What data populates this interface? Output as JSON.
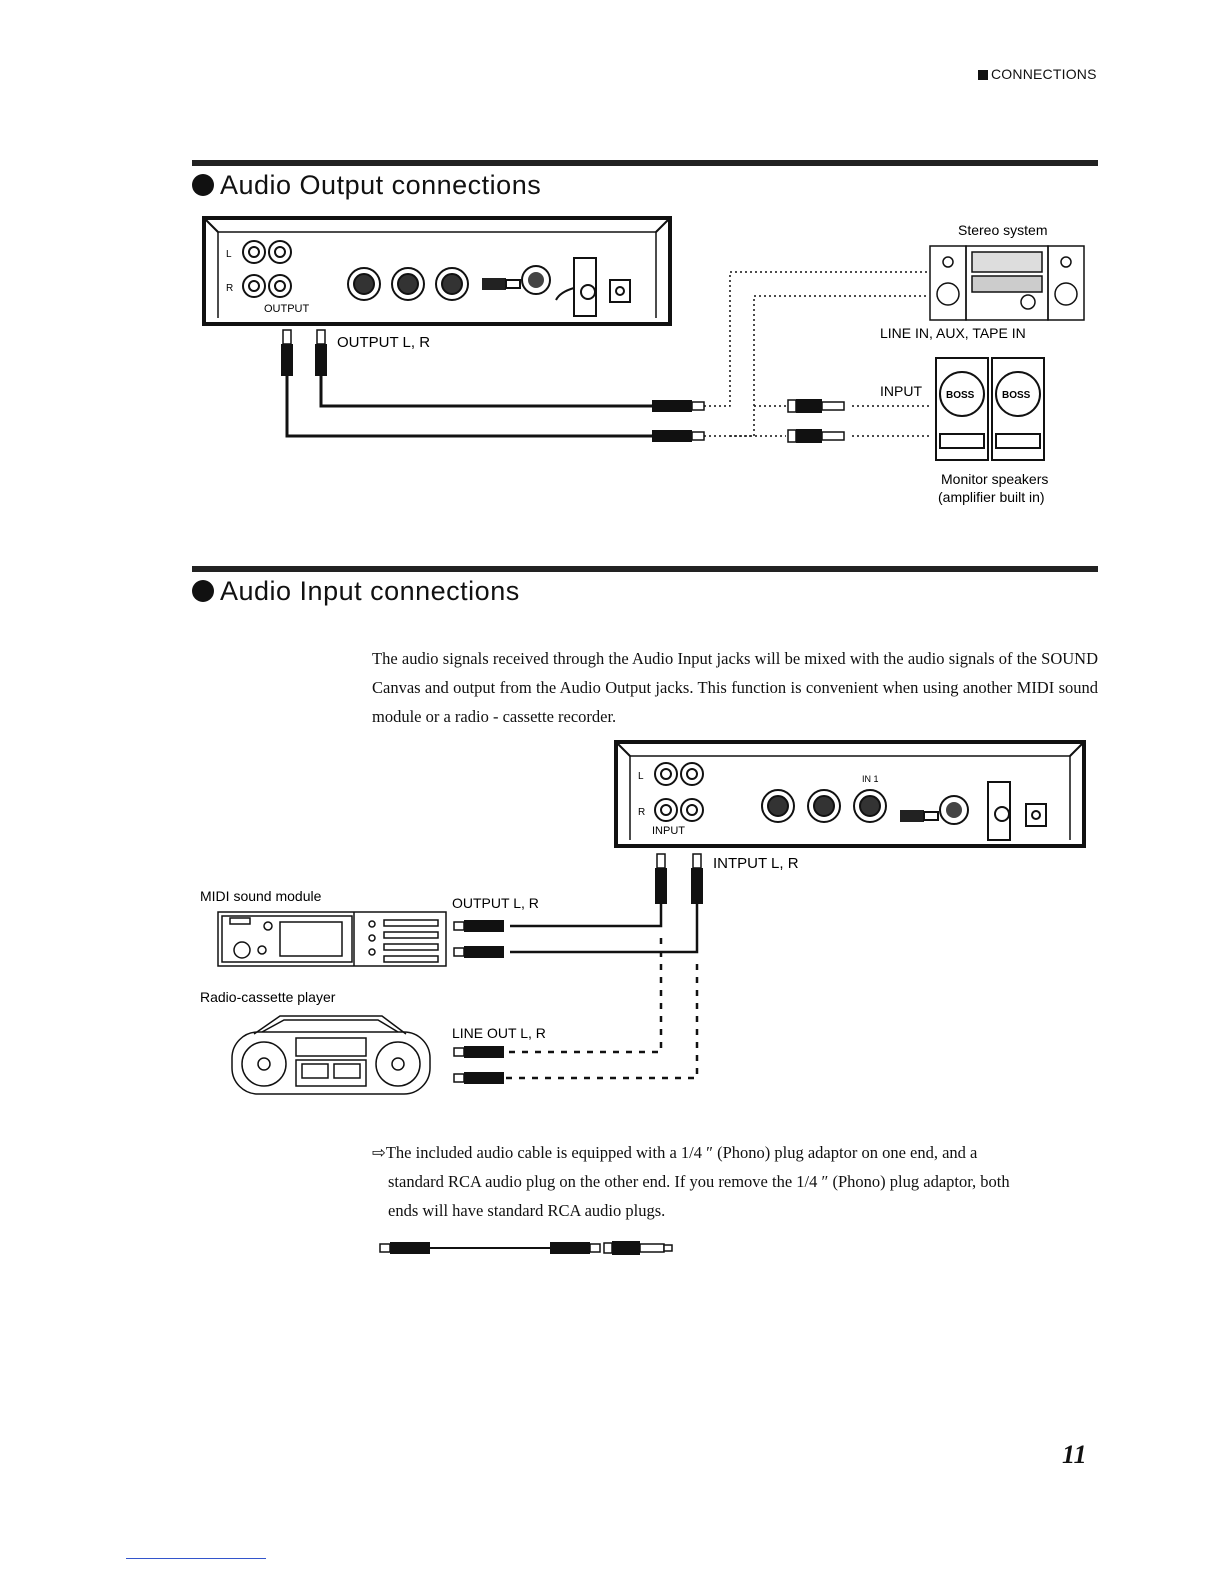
{
  "header": {
    "section": "CONNECTIONS"
  },
  "output_section": {
    "title": "Audio Output connections",
    "device_jack_label": "OUTPUT",
    "jack_l": "L",
    "jack_r": "R",
    "plug_label": "OUTPUT L, R",
    "stereo_label": "Stereo system",
    "stereo_input_label": "LINE IN, AUX, TAPE IN",
    "input_label": "INPUT",
    "speaker_brand": "BOSS",
    "monitor_label_1": "Monitor speakers",
    "monitor_label_2": "(amplifier built in)"
  },
  "input_section": {
    "title": "Audio Input connections",
    "body": "The audio signals received through the Audio Input jacks will be mixed with the audio signals of the SOUND Canvas and output from the Audio Output jacks. This function is convenient when using another MIDI sound module or a radio - cassette recorder.",
    "device_jack_label": "INPUT",
    "jack_l": "L",
    "jack_r": "R",
    "midi_in_label": "IN 1",
    "plug_label": "INTPUT L, R",
    "midi_module_label": "MIDI sound module",
    "midi_output_label": "OUTPUT L, R",
    "radio_label": "Radio-cassette player",
    "radio_output_label": "LINE OUT L, R"
  },
  "note": {
    "text_1": "The included audio cable is equipped with a 1/4 ″ (Phono) plug adaptor on one end, and a",
    "text_2": "standard RCA audio plug on the other end. If you remove the 1/4 ″ (Phono) plug adaptor, both",
    "text_3": "ends will have standard RCA audio plugs."
  },
  "page_number": "11"
}
